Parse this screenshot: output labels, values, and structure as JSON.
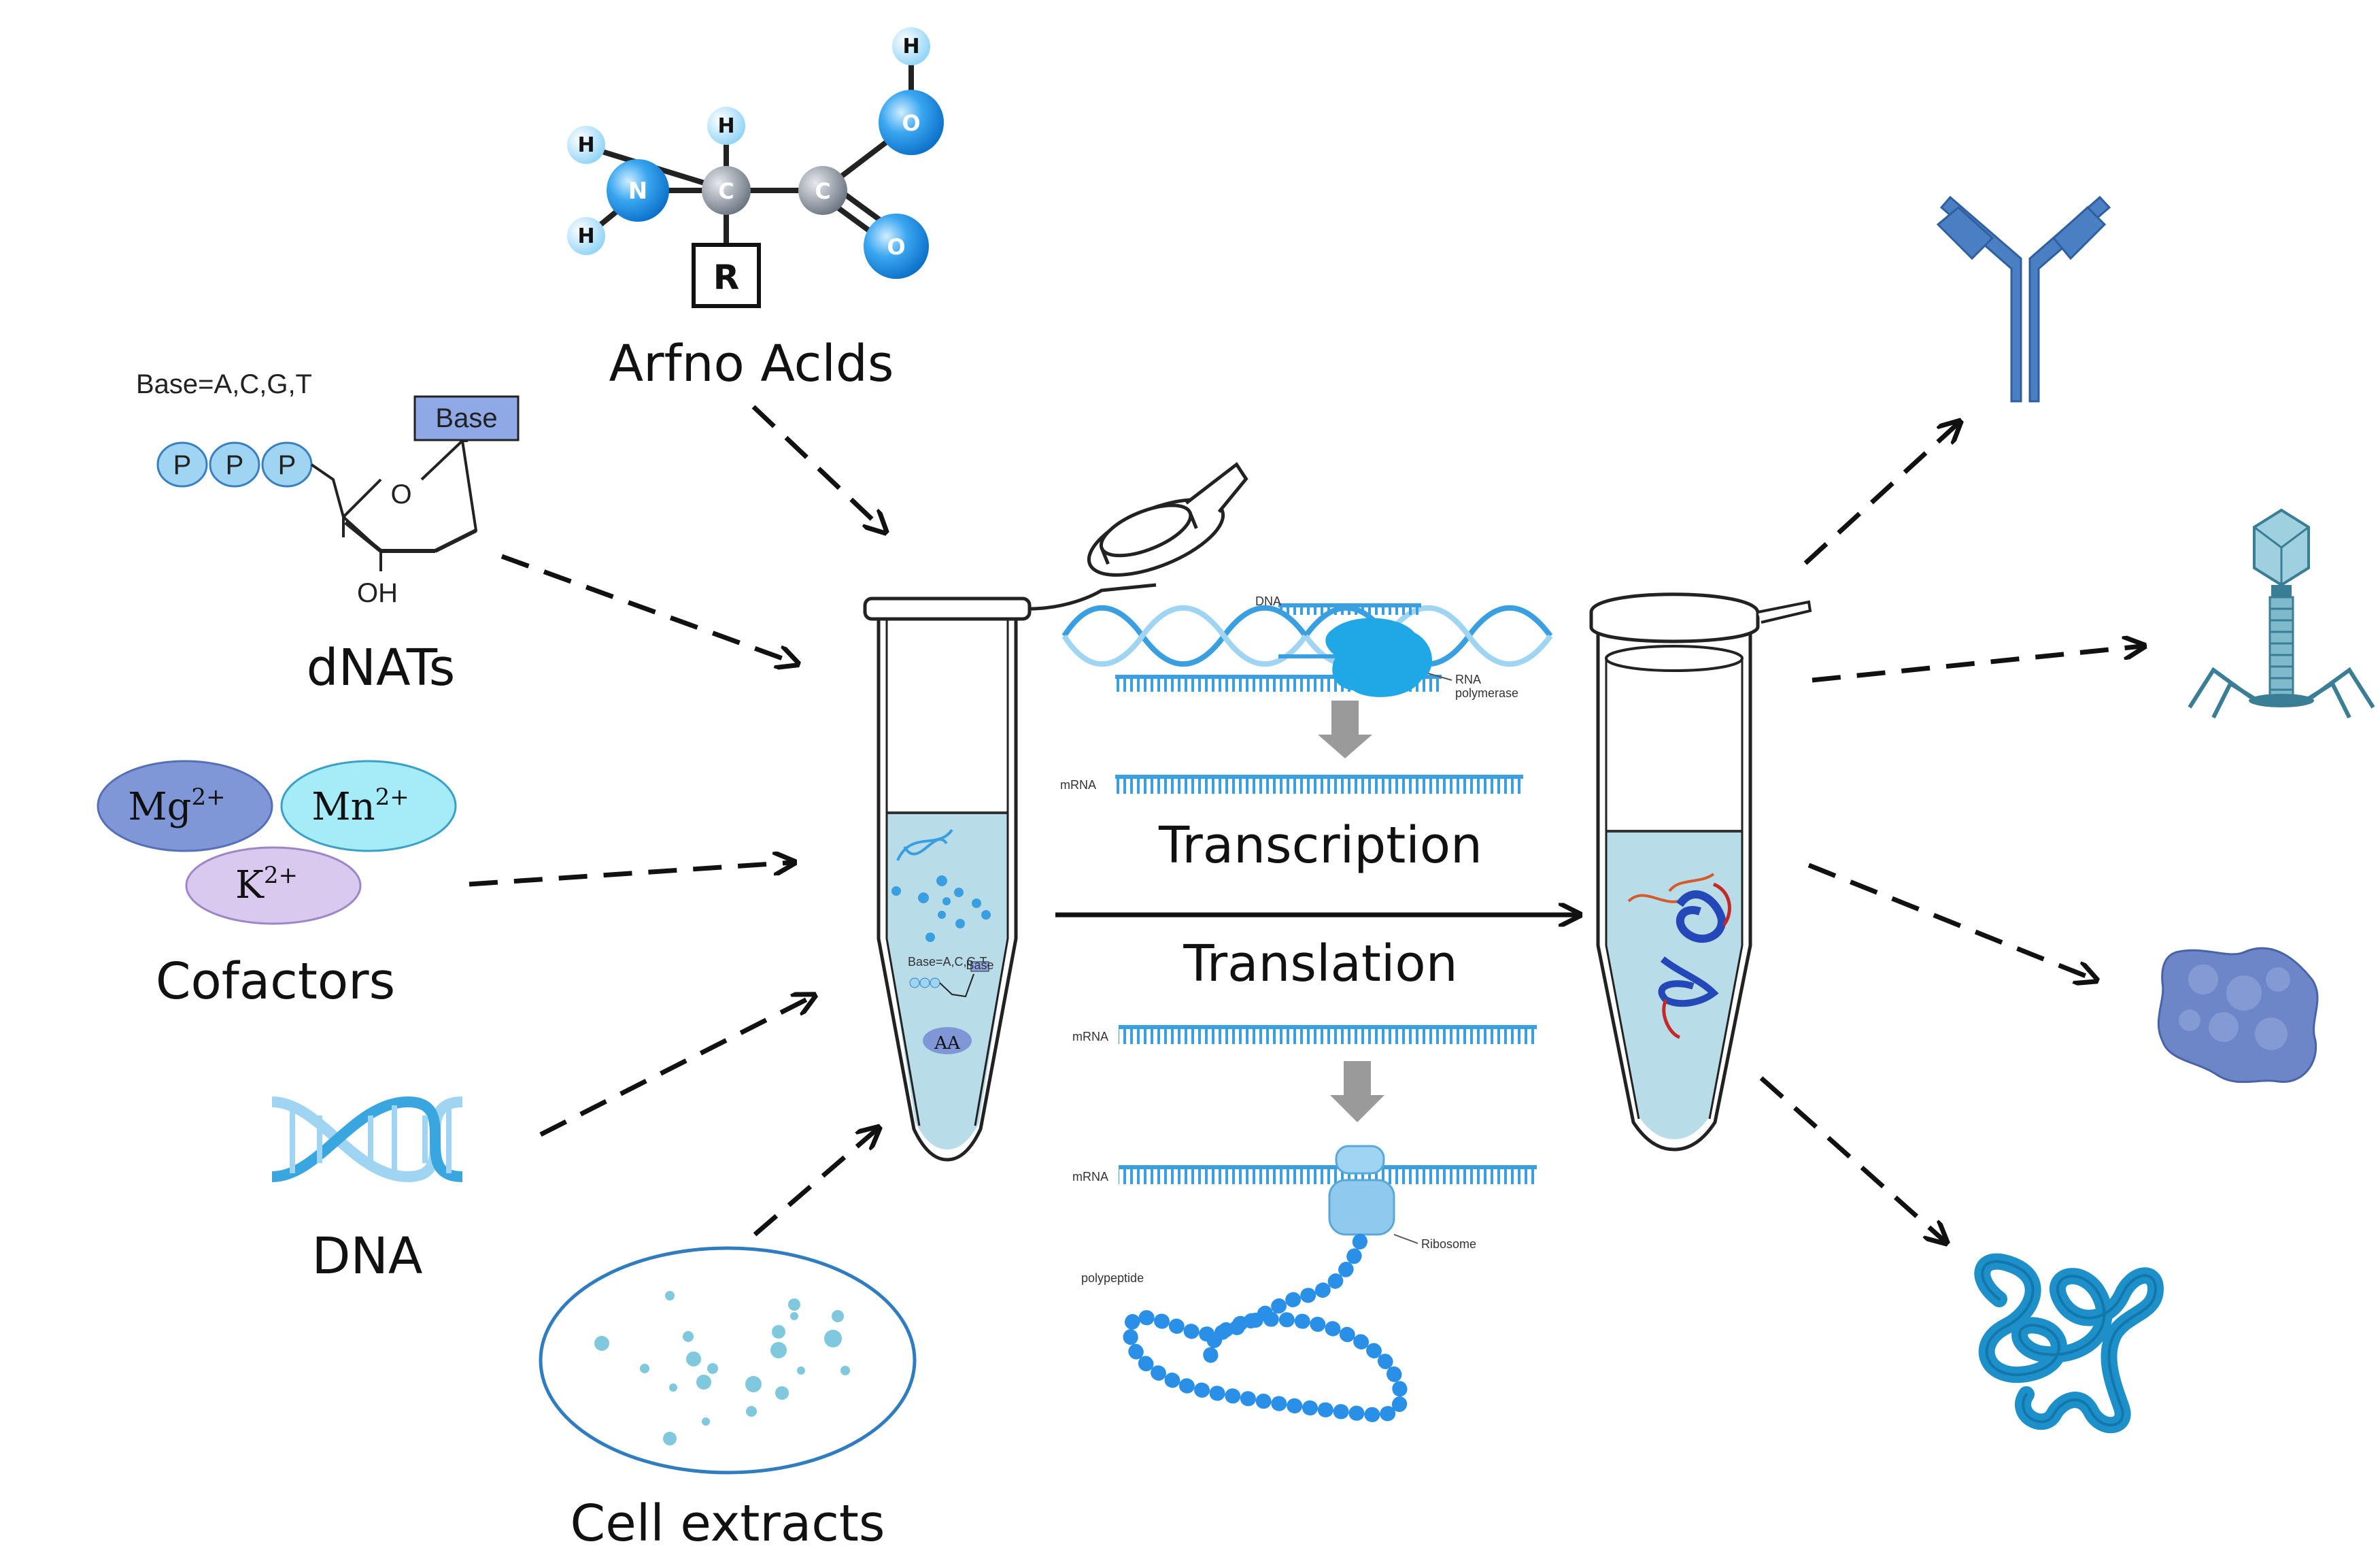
{
  "inputs": {
    "amino_acids": {
      "label": "Arfno Aclds",
      "atoms": {
        "h": "H",
        "n": "N",
        "c": "C",
        "o": "O",
        "r": "R"
      }
    },
    "dntps": {
      "label": "dNATs",
      "base_note": "Base=A,C,G,T",
      "base_box": "Base",
      "phosphate": "P",
      "ring_o": "O",
      "hydroxyl": "OH"
    },
    "cofactors": {
      "label": "Cofactors",
      "ions": [
        {
          "symbol": "Mg",
          "charge": "2+",
          "color": "#7f97d6"
        },
        {
          "symbol": "Mn",
          "charge": "2+",
          "color": "#a6ecf8"
        },
        {
          "symbol": "K",
          "charge": "2+",
          "color": "#d9c9ee"
        }
      ]
    },
    "dna": {
      "label": "DNA"
    },
    "cell_extracts": {
      "label": "Cell extracts"
    }
  },
  "process": {
    "transcription": {
      "label": "Transcription",
      "dna_label": "DNA",
      "enzyme_label_1": "RNA",
      "enzyme_label_2": "polymerase",
      "mrna_label": "mRNA"
    },
    "translation": {
      "label": "Translation",
      "mrna_label": "mRNA",
      "ribosome_label": "Ribosome",
      "polypeptide_label": "polypeptide"
    }
  },
  "tube_contents": {
    "mini_base_note": "Base=A,C,G,T",
    "mini_base_box": "Base",
    "aa_label": "AA"
  },
  "outputs": [
    "antibody",
    "bacteriophage",
    "protein",
    "peptide"
  ],
  "colors": {
    "blue_dark": "#2f6fb3",
    "blue_mid": "#3a9fe0",
    "blue_light": "#9fd4f2",
    "liquid": "#b8dde9",
    "arrow": "#111111"
  }
}
